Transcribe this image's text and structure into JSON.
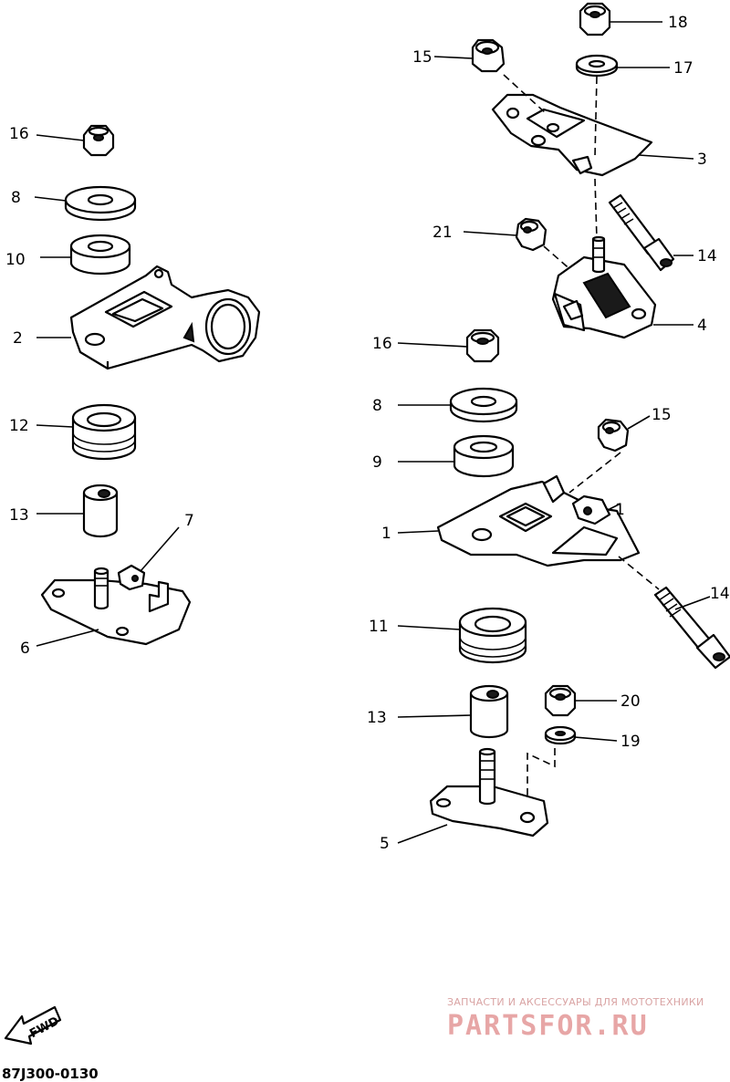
{
  "callouts": {
    "c1": "1",
    "c2": "2",
    "c3": "3",
    "c4": "4",
    "c5": "5",
    "c6": "6",
    "c7": "7",
    "c8a": "8",
    "c8b": "8",
    "c9": "9",
    "c10": "10",
    "c11": "11",
    "c12": "12",
    "c13a": "13",
    "c13b": "13",
    "c14a": "14",
    "c14b": "14",
    "c15a": "15",
    "c15b": "15",
    "c16a": "16",
    "c16b": "16",
    "c17": "17",
    "c18": "18",
    "c19": "19",
    "c20": "20",
    "c21": "21"
  },
  "forward_label": "FWD",
  "diagram_code": "87J300-0130",
  "watermark": {
    "tagline": "ЗАПЧАСТИ И АКСЕССУАРЫ ДЛЯ МОТОТЕХНИКИ",
    "brand": "PARTSFOR.RU",
    "color": "#e7a6a6"
  }
}
